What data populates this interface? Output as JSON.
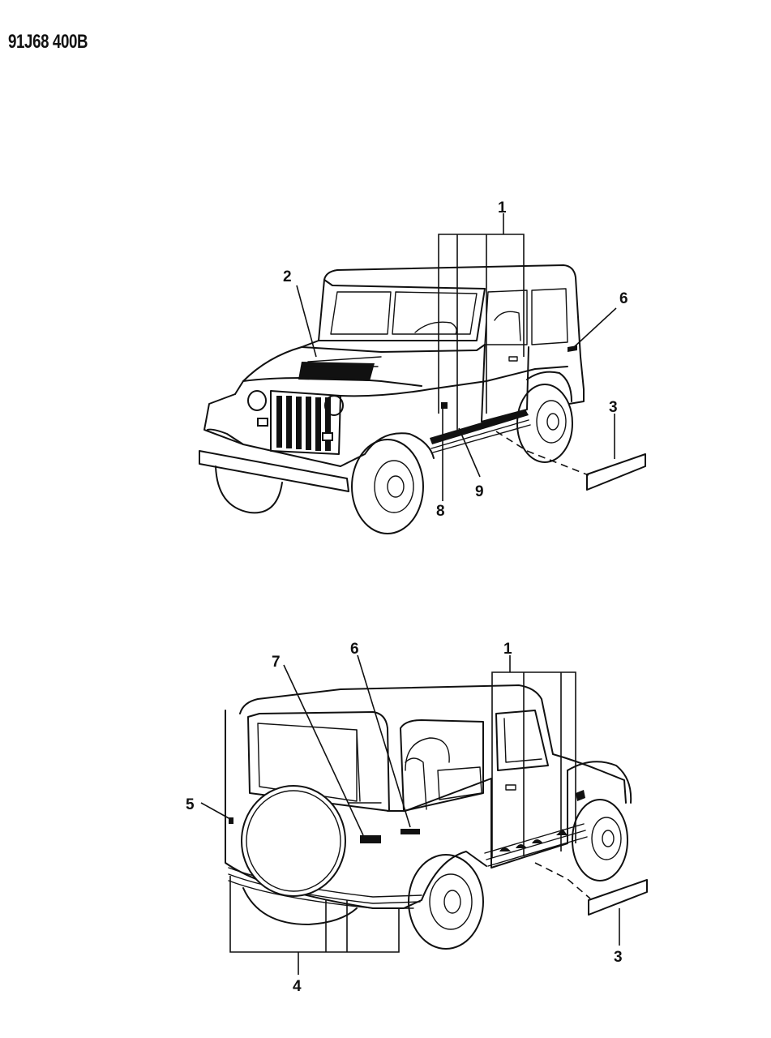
{
  "sheet": {
    "drawing_number": "91J68 400B"
  },
  "views": {
    "front": {
      "callouts": [
        "1",
        "2",
        "6",
        "3",
        "8",
        "9"
      ]
    },
    "rear": {
      "callouts": [
        "1",
        "7",
        "6",
        "5",
        "3",
        "4"
      ]
    }
  }
}
